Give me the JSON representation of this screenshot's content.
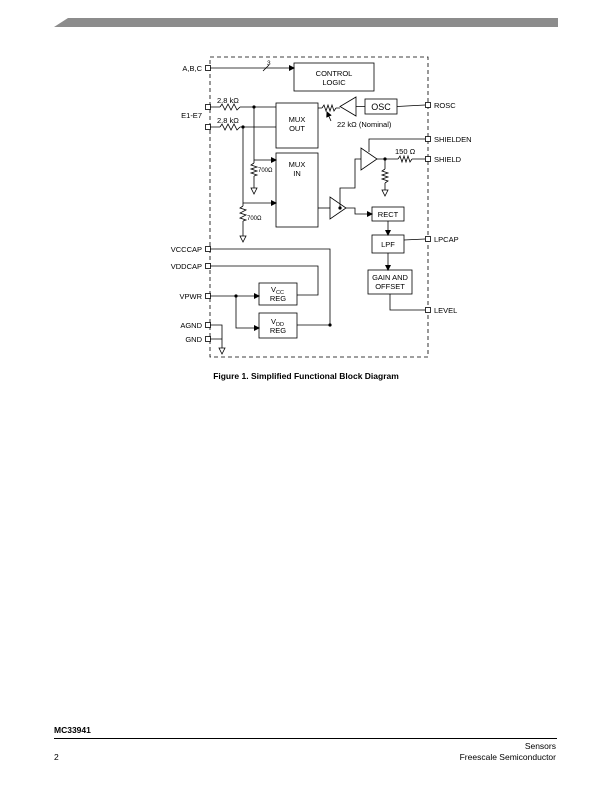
{
  "colors": {
    "header_bar": "#8c8c8c"
  },
  "diagram": {
    "pins": {
      "abc": "A,B,C",
      "e1e7": "E1-E7",
      "vcccap": "VCCCAP",
      "vddcap": "VDDCAP",
      "vpwr": "VPWR",
      "agnd": "AGND",
      "gnd": "GND",
      "rosc": "ROSC",
      "shielden": "SHIELDEN",
      "shield": "SHIELD",
      "lpcap": "LPCAP",
      "level": "LEVEL"
    },
    "blocks": {
      "control_logic_1": "CONTROL",
      "control_logic_2": "LOGIC",
      "osc": "OSC",
      "mux_out_1": "MUX",
      "mux_out_2": "OUT",
      "mux_in_1": "MUX",
      "mux_in_2": "IN",
      "rect": "RECT",
      "lpf": "LPF",
      "gain_offset_1": "GAIN AND",
      "gain_offset_2": "OFFSET",
      "vcc_reg_v": "V",
      "vcc_reg_sub": "CC",
      "vcc_reg_label": "REG",
      "vdd_reg_v": "V",
      "vdd_reg_sub": "DD",
      "vdd_reg_label": "REG"
    },
    "labels": {
      "bus_width": "3",
      "r1": "2.8 kΩ",
      "r2": "2.8 kΩ",
      "r_700a": "700Ω",
      "r_700b": "700Ω",
      "r_osc": "22 kΩ (Nominal)",
      "r_shield": "150 Ω"
    }
  },
  "caption": "Figure 1. Simplified Functional Block Diagram",
  "footer": {
    "doc_id": "MC33941",
    "page_number": "2",
    "category": "Sensors",
    "company": "Freescale Semiconductor"
  }
}
